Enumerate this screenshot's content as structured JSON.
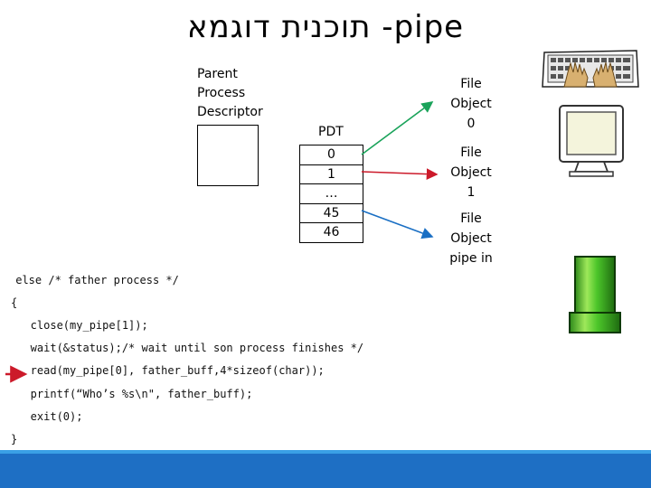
{
  "title": "תוכנית דוגמא -pipe",
  "parent_process_descriptor": {
    "line1": "Parent",
    "line2": "Process",
    "line3": "Descriptor"
  },
  "pdt": {
    "label": "PDT",
    "rows": [
      "0",
      "1",
      "…",
      "45",
      "46"
    ]
  },
  "file_objects": [
    {
      "line1": "File",
      "line2": "Object",
      "line3": "0"
    },
    {
      "line1": "File",
      "line2": "Object",
      "line3": "1"
    },
    {
      "line1": "File",
      "line2": "Object",
      "line3": "pipe in"
    }
  ],
  "arrow_colors": {
    "fd0": "#1aa35a",
    "fd1": "#cc1a2a",
    "fd46": "#1a6fc4",
    "pointer": "#cc1a2a"
  },
  "code_lines": [
    " else /* father process */",
    "{",
    "   close(my_pipe[1]);",
    "   wait(&status);/* wait until son process finishes */",
    "   read(my_pipe[0], father_buff,4*sizeof(char));",
    "   printf(“Who’s %s\\n\", father_buff);",
    "   exit(0);",
    "}"
  ],
  "icons": [
    "keyboard-icon",
    "monitor-icon",
    "green-pipe-icon"
  ],
  "accent_color": "#1e6fc4"
}
